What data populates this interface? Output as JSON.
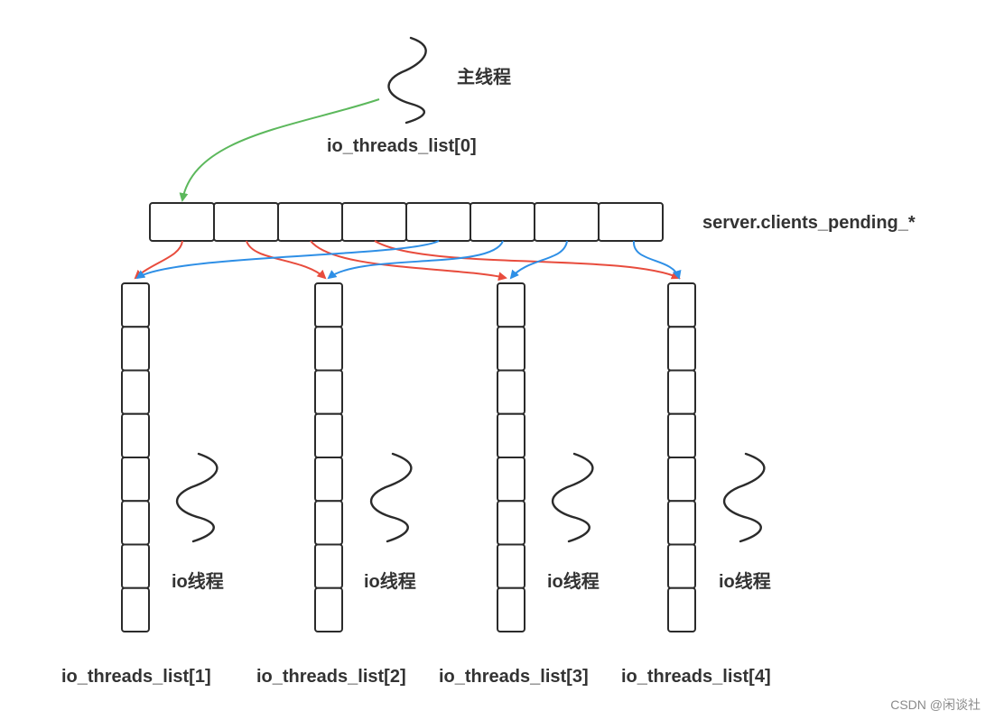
{
  "diagram": {
    "main_thread": {
      "label": "主线程",
      "list_label": "io_threads_list[0]"
    },
    "pending_queue": {
      "label": "server.clients_pending_*",
      "cell_count": 8
    },
    "io_threads": [
      {
        "thread_label": "io线程",
        "list_label": "io_threads_list[1]",
        "cell_count": 8
      },
      {
        "thread_label": "io线程",
        "list_label": "io_threads_list[2]",
        "cell_count": 8
      },
      {
        "thread_label": "io线程",
        "list_label": "io_threads_list[3]",
        "cell_count": 8
      },
      {
        "thread_label": "io线程",
        "list_label": "io_threads_list[4]",
        "cell_count": 8
      }
    ],
    "colors": {
      "main_arrow": "#5cb85c",
      "red_arrow": "#e84c3d",
      "blue_arrow": "#2e8fe6",
      "outline": "#2b2b2b",
      "text": "#333333"
    }
  },
  "watermark": "CSDN @闲谈社"
}
